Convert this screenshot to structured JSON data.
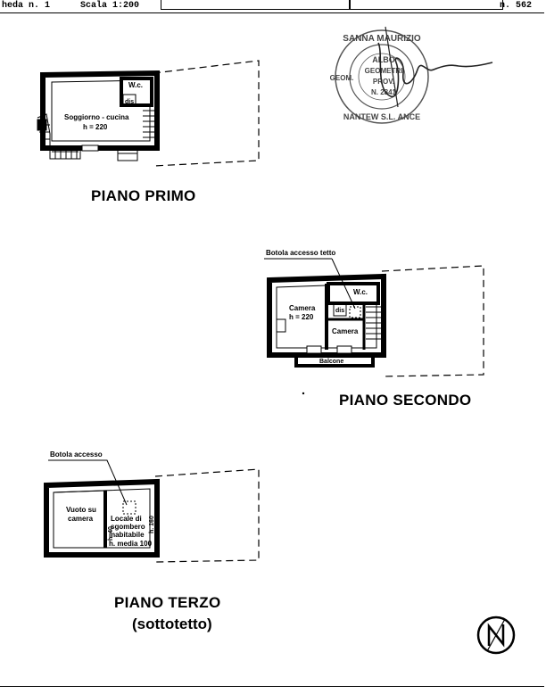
{
  "header": {
    "scheda": "heda n. 1",
    "scala": "Scala 1:200",
    "right_code": "n.  562"
  },
  "piano_primo": {
    "title": "PIANO PRIMO",
    "wc": "W.c.",
    "dis": "dis",
    "room": "Soggiorno - cucina",
    "height": "h = 220"
  },
  "piano_secondo": {
    "title": "PIANO SECONDO",
    "botola": "Botola accesso tetto",
    "wc": "W.c.",
    "dis": "dis",
    "camera1": "Camera",
    "camera1_h": "h = 220",
    "camera2": "Camera",
    "balcone": "Balcone"
  },
  "piano_terzo": {
    "title": "PIANO TERZO",
    "subtitle": "(sottotetto)",
    "botola": "Botola accesso",
    "vuoto1": "Vuoto su",
    "vuoto2": "camera",
    "locale1": "Locale di",
    "locale2": "sgombero",
    "locale3": "inabitabile",
    "locale4": "h. media 100",
    "h_min": "h. 40",
    "h_max": "h. 160"
  },
  "stamp": {
    "ring_top": "SANNA MAURIZIO",
    "ring_bottom": "NANTEW S.L. ANCE",
    "left": "GEOM.",
    "center1": "ALBO",
    "center2": "GEOMETRI",
    "center3": "PROV.",
    "center4": "N. 2841"
  }
}
